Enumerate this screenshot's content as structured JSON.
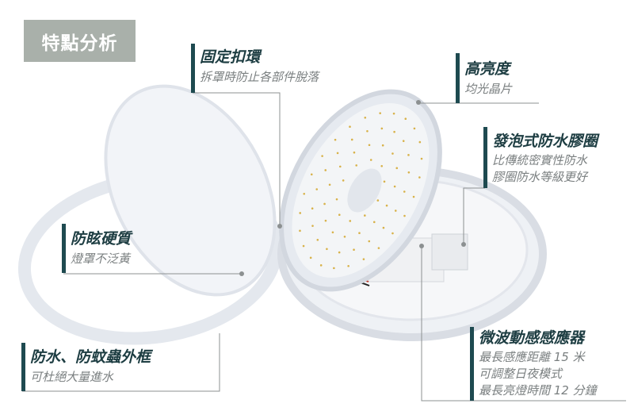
{
  "header": {
    "title": "特點分析"
  },
  "features": [
    {
      "title": "固定扣環",
      "lines": [
        "拆罩時防止各部件脫落"
      ]
    },
    {
      "title": "高亮度",
      "lines": [
        "均光晶片"
      ]
    },
    {
      "title": "發泡式防水膠圈",
      "lines": [
        "比傳統密實性防水",
        "膠圈防水等級更好"
      ]
    },
    {
      "title": "防眩硬質",
      "lines": [
        "燈罩不泛黃"
      ]
    },
    {
      "title": "防水、防蚊蟲外框",
      "lines": [
        "可杜絕大量進水"
      ]
    },
    {
      "title": "微波動感感應器",
      "lines": [
        "最長感應距離 15 米",
        "可調整日夜模式",
        "最長亮燈時間 12 分鐘"
      ]
    }
  ],
  "colors": {
    "accent": "#1e4a50",
    "title_box": "#a9b0aa",
    "subtext": "#7a7f80"
  }
}
